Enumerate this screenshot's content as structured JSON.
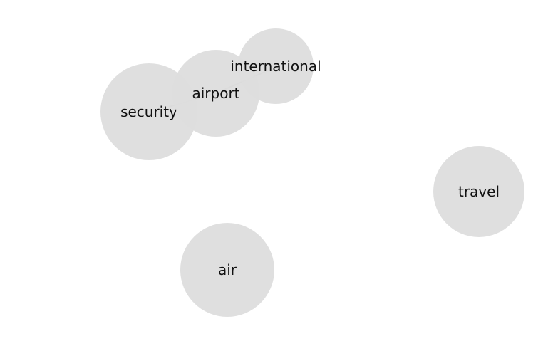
{
  "graph": {
    "nodes": [
      {
        "id": "security",
        "label": "security"
      },
      {
        "id": "airport",
        "label": "airport"
      },
      {
        "id": "international",
        "label": "international"
      },
      {
        "id": "travel",
        "label": "travel"
      },
      {
        "id": "air",
        "label": "air"
      }
    ],
    "edges": [
      {
        "source": "security",
        "target": "airport"
      },
      {
        "source": "airport",
        "target": "international"
      }
    ],
    "colors": {
      "node_fill": "#dddddd",
      "edge": "#8c8c8c",
      "label": "#111111",
      "background": "#ffffff"
    }
  }
}
